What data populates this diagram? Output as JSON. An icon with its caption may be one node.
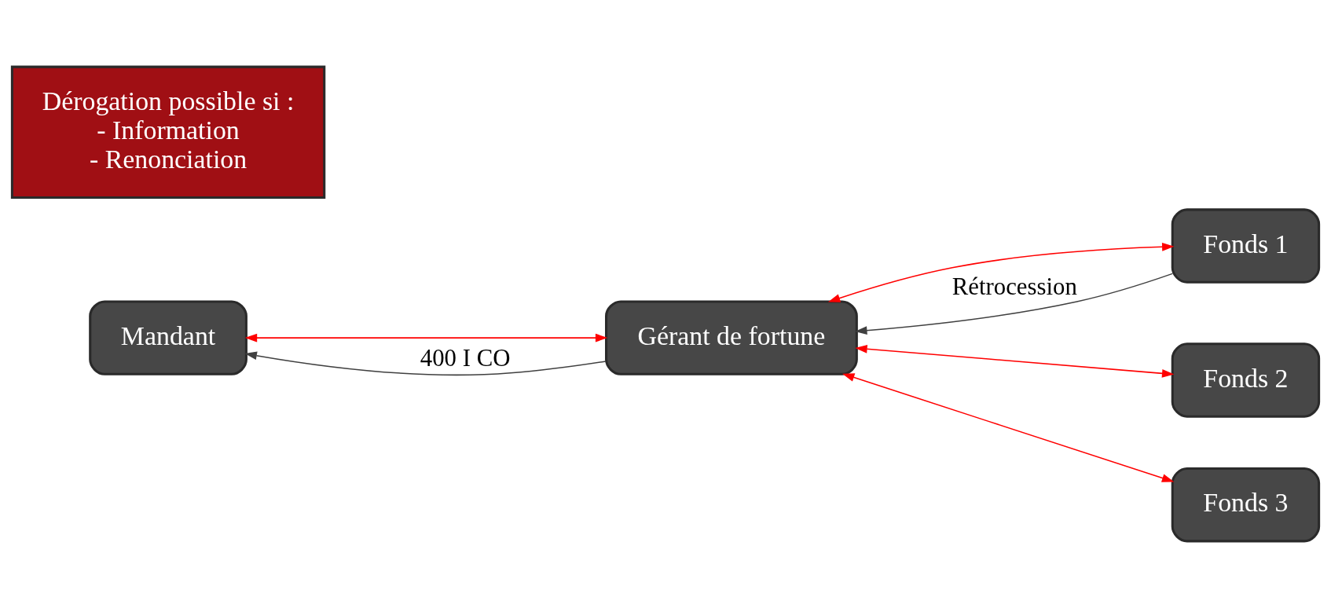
{
  "diagram": {
    "nodes": [
      {
        "text": [
          "Mandant"
        ]
      },
      {
        "text": [
          "Gérant de fortune"
        ]
      },
      {
        "text": [
          "Fonds 1"
        ]
      },
      {
        "text": [
          "Fonds 2"
        ]
      },
      {
        "text": [
          "Fonds 3"
        ]
      },
      {
        "text": [
          "Dérogation possible si :",
          "- Information",
          "- Renonciation"
        ]
      }
    ],
    "edges": [
      {
        "from": 1,
        "to": 0,
        "arrow": "to",
        "label": "400 I CO",
        "color": "#404040"
      },
      {
        "from": 2,
        "to": 1,
        "arrow": "to",
        "label": "Rétrocession",
        "color": "#404040"
      },
      {
        "from": 0,
        "to": 1,
        "arrow": "both"
      },
      {
        "from": 1,
        "to": 2,
        "arrow": "both"
      },
      {
        "from": 1,
        "to": 3,
        "arrow": "both"
      },
      {
        "from": 1,
        "to": 4,
        "arrow": "both"
      }
    ]
  }
}
